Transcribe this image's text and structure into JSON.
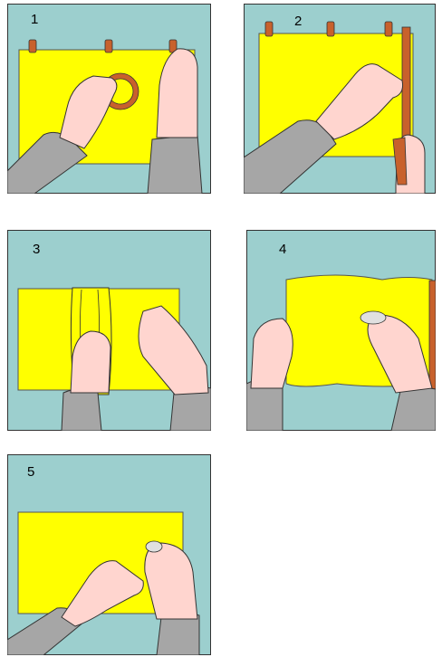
{
  "panels": [
    {
      "number": "1",
      "scene": "taping-corners"
    },
    {
      "number": "2",
      "scene": "smoothing-and-trimming"
    },
    {
      "number": "3",
      "scene": "folding-sheet"
    },
    {
      "number": "4",
      "scene": "wiping-sheet"
    },
    {
      "number": "5",
      "scene": "pressing-flat"
    }
  ],
  "colors": {
    "background": "#9ccfce",
    "sheet": "#ffff00",
    "skin": "#ffd5cf",
    "sleeve": "#a6a6a6",
    "tape": "#c8612c",
    "outline": "#1a1a1a"
  }
}
